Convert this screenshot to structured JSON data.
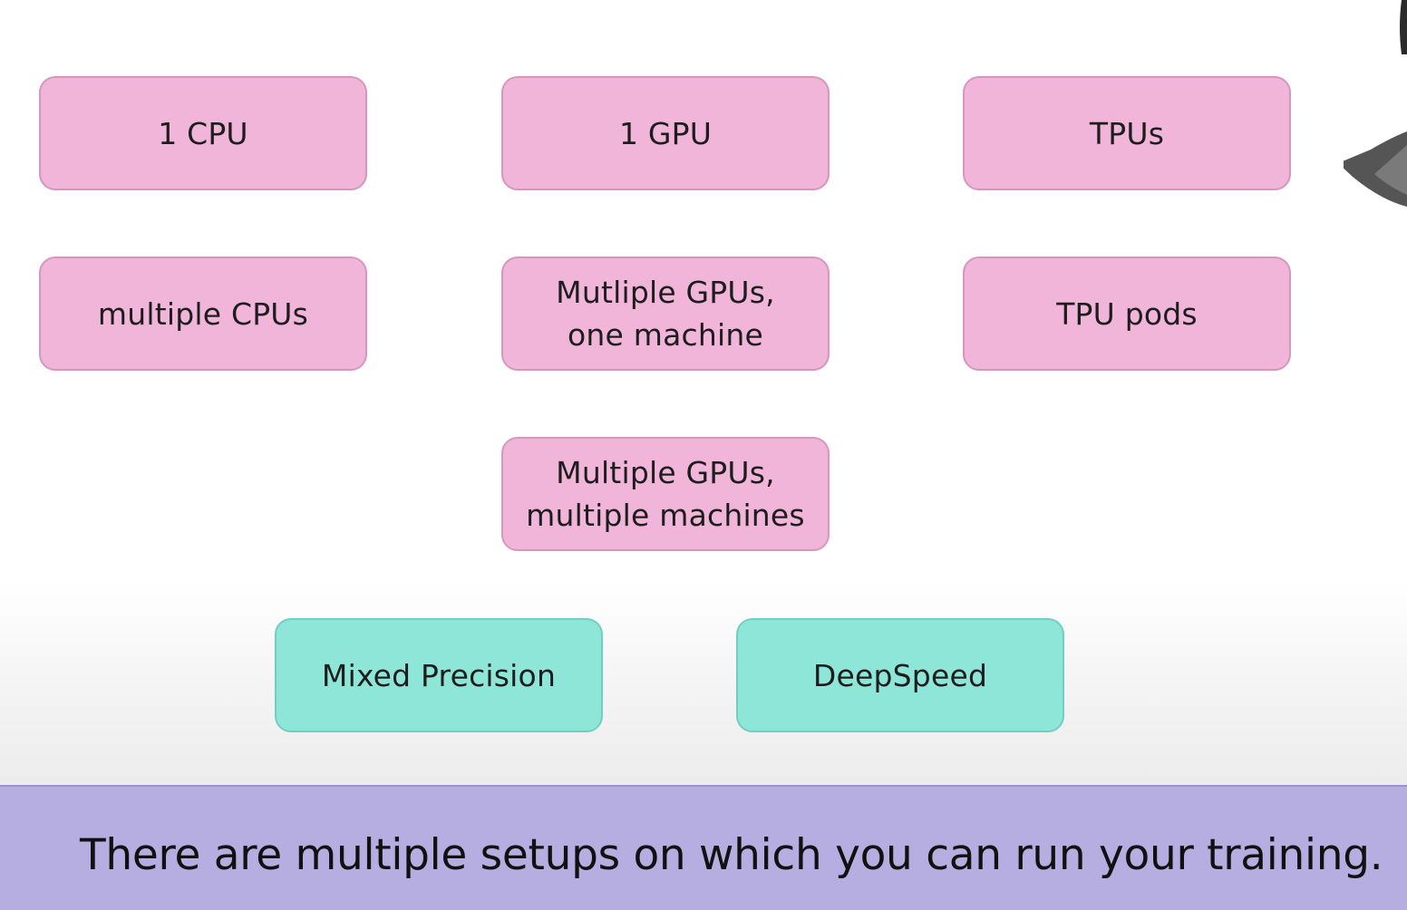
{
  "boxes": {
    "one_cpu": "1 CPU",
    "one_gpu": "1 GPU",
    "tpus": "TPUs",
    "multiple_cpus": "multiple CPUs",
    "multi_gpu_one_machine": [
      "Mutliple GPUs,",
      "one machine"
    ],
    "tpu_pods": "TPU pods",
    "multi_gpu_multi_machines": [
      "Multiple GPUs,",
      "multiple machines"
    ],
    "mixed_precision": "Mixed Precision",
    "deepspeed": "DeepSpeed"
  },
  "caption": "There are multiple setups on which you can run your training.",
  "colors": {
    "hardware_box": "#f0b5d9",
    "optimization_box": "#8ee6d8",
    "caption_bar": "#b6ade0"
  }
}
